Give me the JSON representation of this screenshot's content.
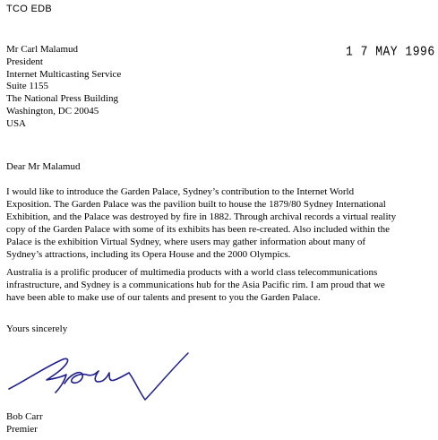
{
  "header": {
    "ref": "TCO  EDB",
    "date": "1 7  MAY  1996"
  },
  "recipient": [
    "Mr Carl Malamud",
    "President",
    "Internet Multicasting Service",
    "Suite 1155",
    "The National Press Building",
    "Washington, DC 20045",
    "USA"
  ],
  "salutation": "Dear Mr Malamud",
  "body": {
    "paragraph1": [
      "I would like to introduce the Garden Palace, Sydney’s contribution to the Internet World",
      "Exposition.  The Garden Palace was the pavilion built to house the 1879/80 Sydney International",
      "Exhibition, and the Palace was destroyed by fire in 1882.  Through archival records a virtual reality",
      "copy of the Garden Palace with some of its exhibits has been re-created.  Also included within the",
      "Palace is the exhibition Virtual Sydney, where users may gather information about many of",
      "Sydney’s attractions, including its Opera House and the 2000 Olympics."
    ],
    "paragraph2": [
      "Australia is a prolific producer of multimedia products with a world class telecommunications",
      "infrastructure, and Sydney is a communications hub for the Asia Pacific rim.  I am proud that we",
      "have been able to make use of our talents and present to you the Garden Palace."
    ]
  },
  "closing": "Yours sincerely",
  "signature": {
    "ink_color": "#1f1f8f"
  },
  "signer": {
    "name": "Bob Carr",
    "title": "Premier"
  }
}
